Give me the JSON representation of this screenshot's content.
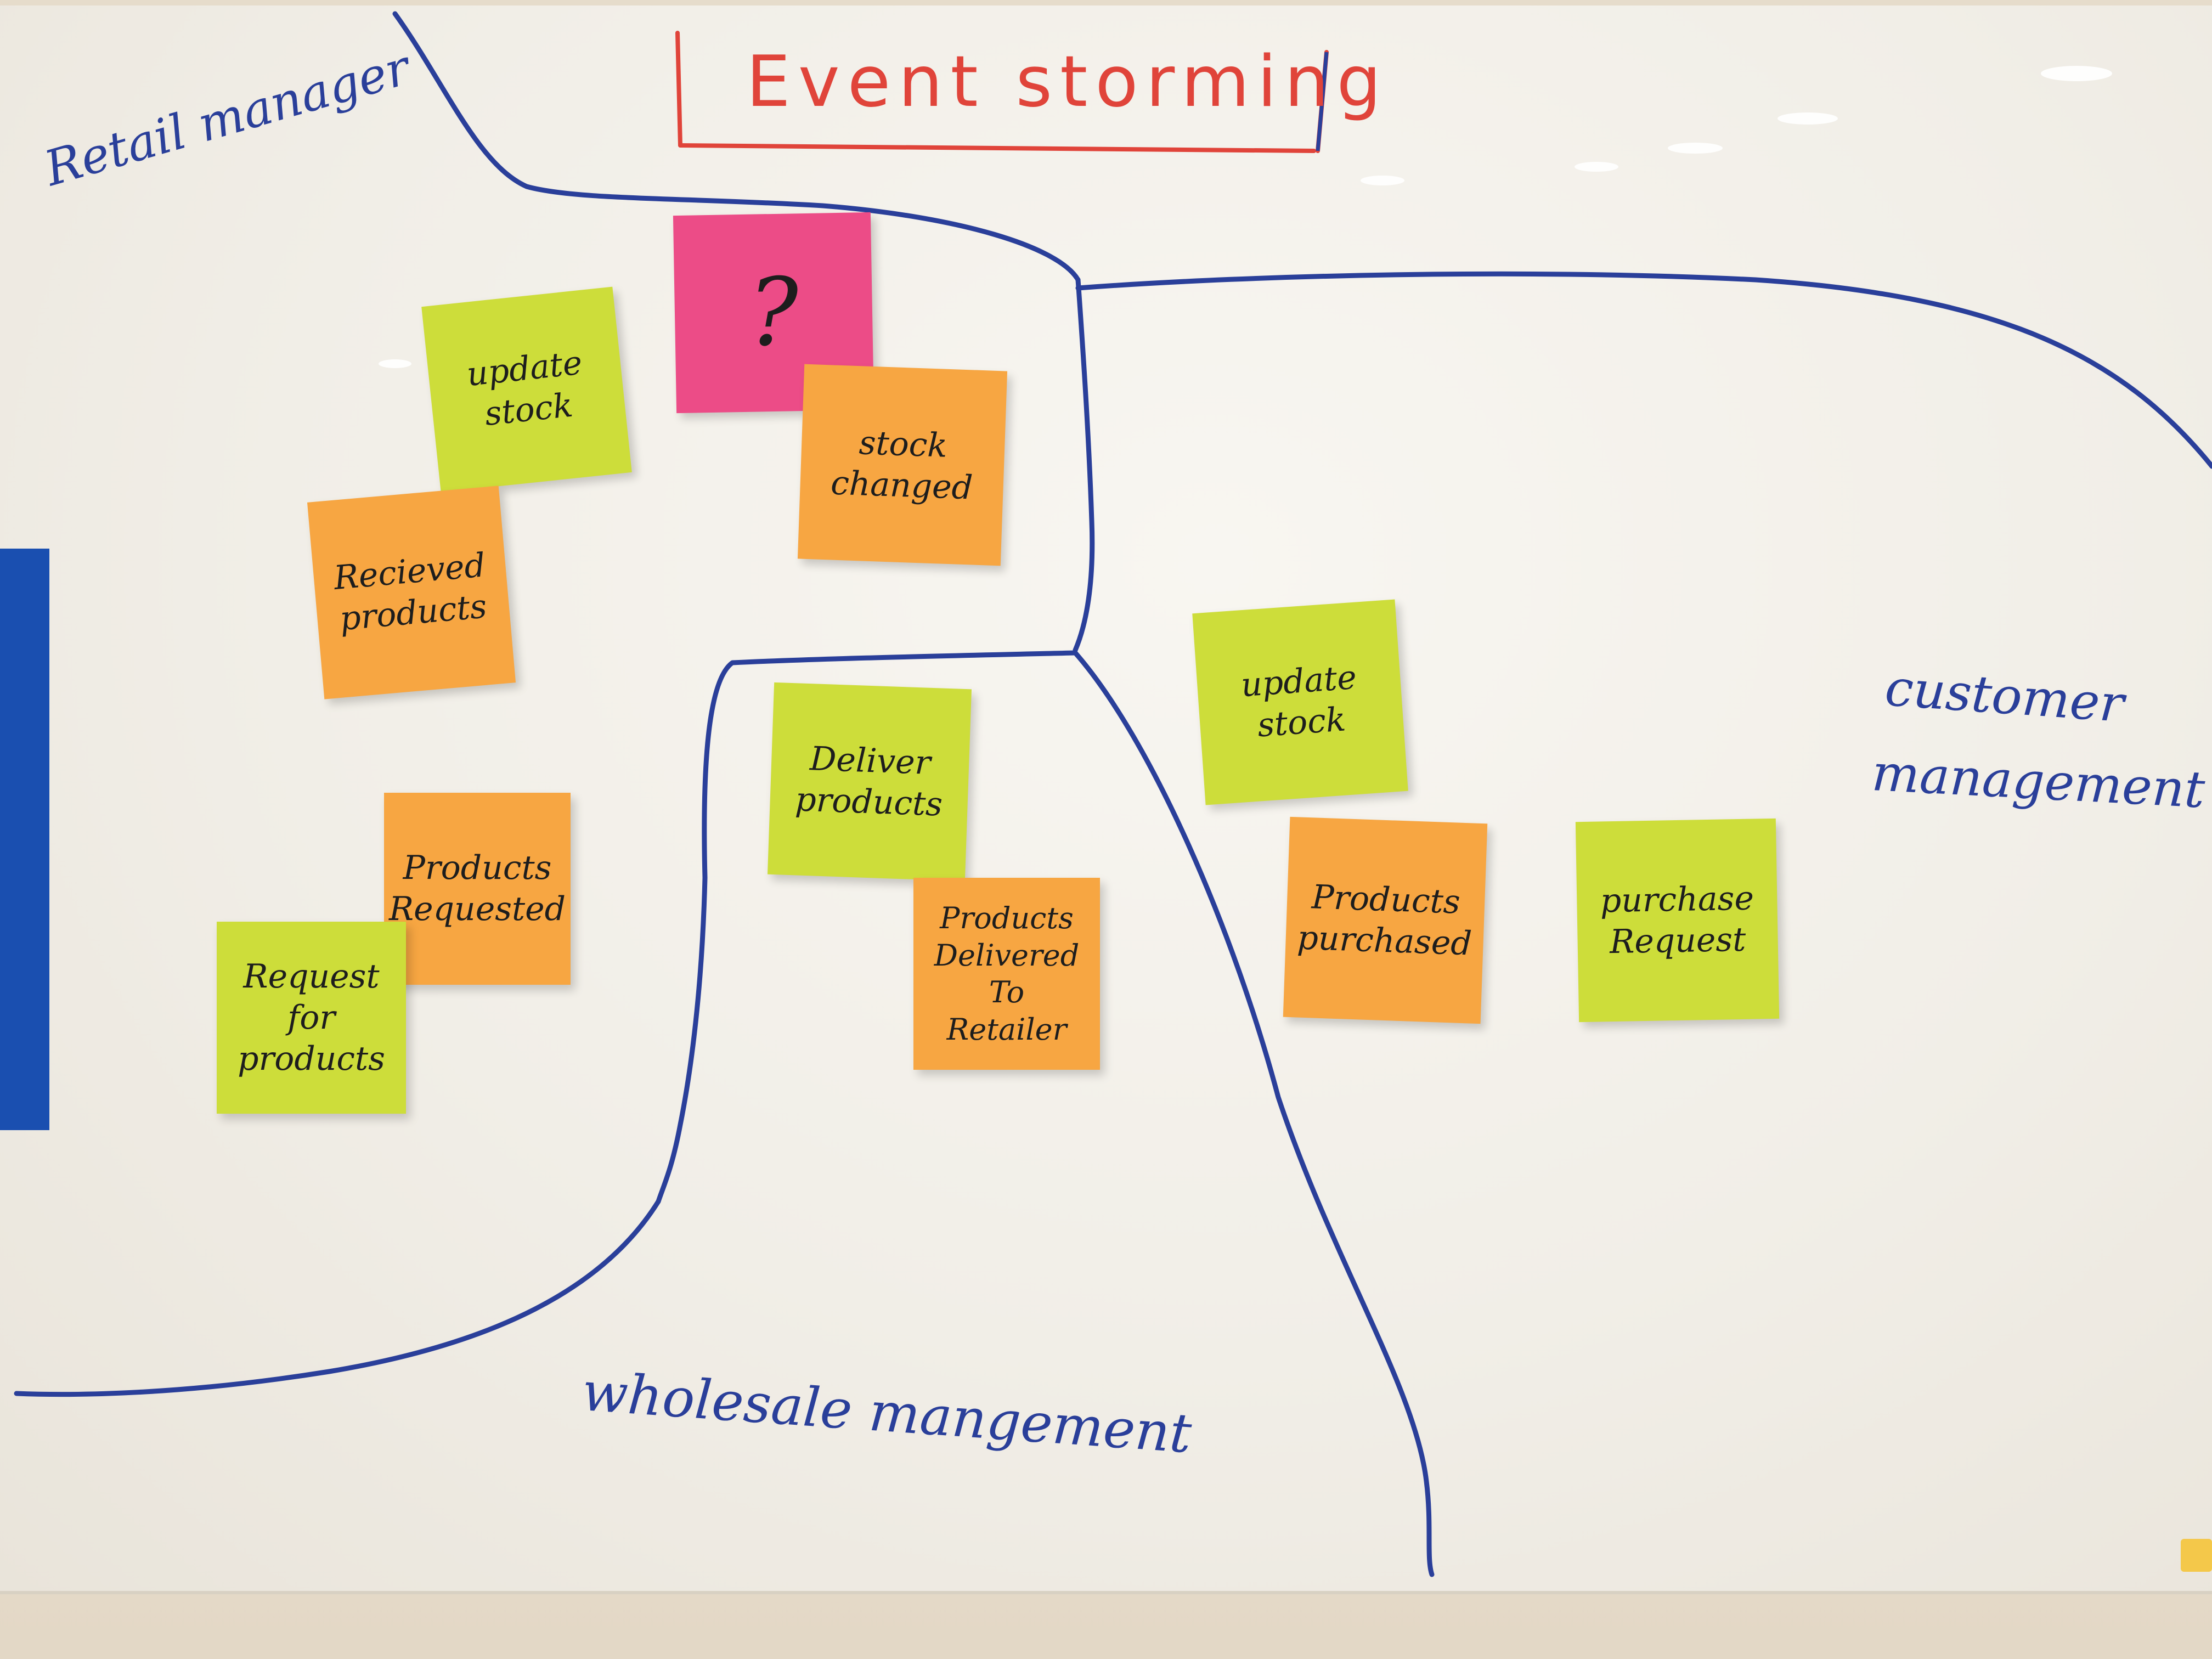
{
  "title": "Event storming",
  "regions": {
    "retail": "Retail manager",
    "customer_line1": "customer",
    "customer_line2": "management",
    "wholesale": "wholesale mangement"
  },
  "notes": [
    {
      "key": "update_stock_retail",
      "text": "update\nstock",
      "color": "green"
    },
    {
      "key": "question",
      "text": "?",
      "color": "pink"
    },
    {
      "key": "stock_changed",
      "text": "stock\nchanged",
      "color": "orange"
    },
    {
      "key": "recieved_products",
      "text": "Recieved\nproducts",
      "color": "orange"
    },
    {
      "key": "products_requested",
      "text": "Products\nRequested",
      "color": "orange"
    },
    {
      "key": "request_for_products",
      "text": "Request\nfor\nproducts",
      "color": "green"
    },
    {
      "key": "deliver_products",
      "text": "Deliver\nproducts",
      "color": "green"
    },
    {
      "key": "products_delivered",
      "text": "Products\nDelivered\nTo\nRetailer",
      "color": "orange"
    },
    {
      "key": "update_stock_customer",
      "text": "update\nstock",
      "color": "green"
    },
    {
      "key": "products_purchased",
      "text": "Products\npurchased",
      "color": "orange"
    },
    {
      "key": "purchase_request",
      "text": "purchase\nRequest",
      "color": "green"
    }
  ],
  "colors": {
    "marker_blue": "#2a3f9a",
    "marker_red": "#e0443a",
    "note_green": "#cddd3a",
    "note_orange": "#f7a642",
    "note_pink": "#ec4c87"
  }
}
